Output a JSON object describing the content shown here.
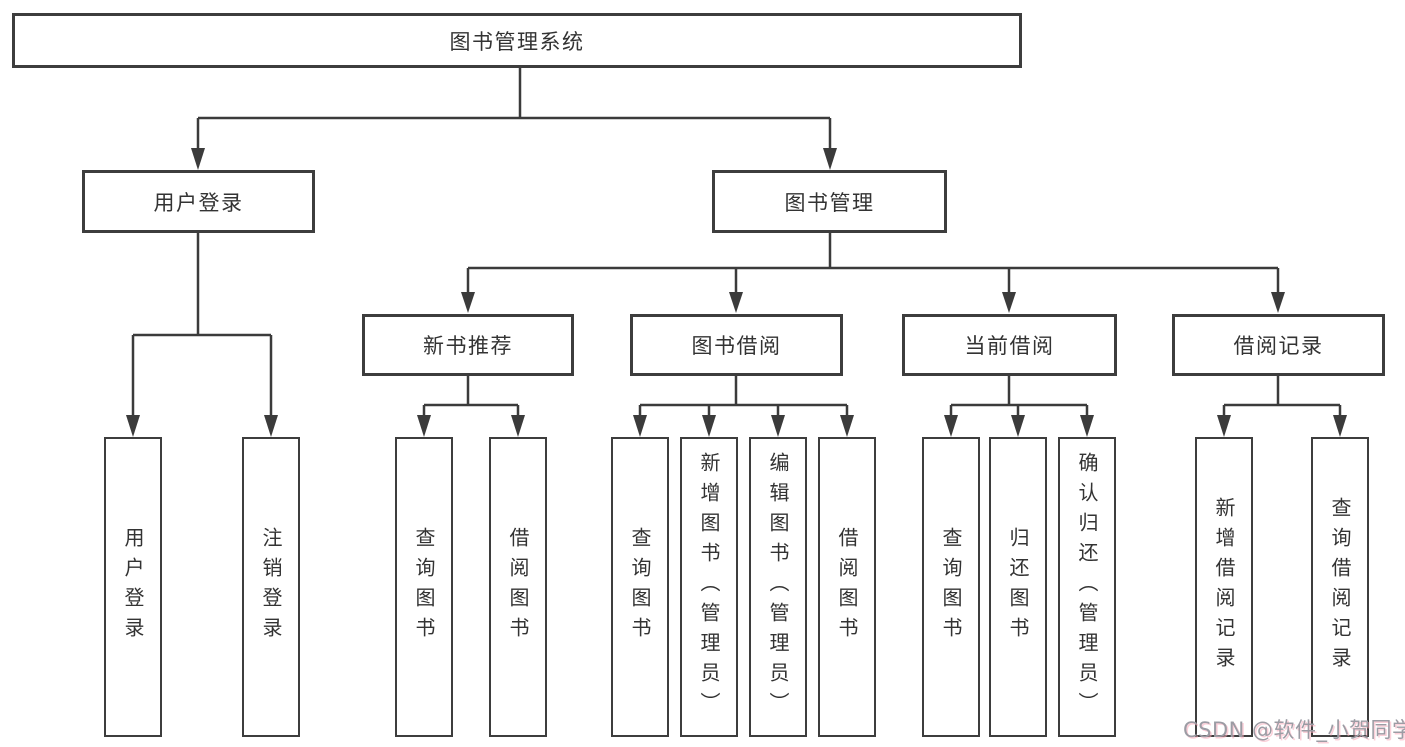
{
  "diagram": {
    "root": {
      "label": "图书管理系统"
    },
    "branches": [
      {
        "label": "用户登录",
        "children": [
          {
            "label": "用户登录"
          },
          {
            "label": "注销登录"
          }
        ]
      },
      {
        "label": "图书管理",
        "children": [
          {
            "label": "新书推荐",
            "children": [
              {
                "label": "查询图书"
              },
              {
                "label": "借阅图书"
              }
            ]
          },
          {
            "label": "图书借阅",
            "children": [
              {
                "label": "查询图书"
              },
              {
                "label": "新增图书（管理员）"
              },
              {
                "label": "编辑图书（管理员）"
              },
              {
                "label": "借阅图书"
              }
            ]
          },
          {
            "label": "当前借阅",
            "children": [
              {
                "label": "查询图书"
              },
              {
                "label": "归还图书"
              },
              {
                "label": "确认归还（管理员）"
              }
            ]
          },
          {
            "label": "借阅记录",
            "children": [
              {
                "label": "新增借阅记录"
              },
              {
                "label": "查询借阅记录"
              }
            ]
          }
        ]
      }
    ]
  },
  "watermark": {
    "text": "CSDN @软件_小贺同学"
  },
  "colors": {
    "line": "#3b3b3b",
    "text": "#333333",
    "box_background": "#ffffff",
    "page_background": "#ffffff",
    "watermark": "#9c9ca4"
  }
}
